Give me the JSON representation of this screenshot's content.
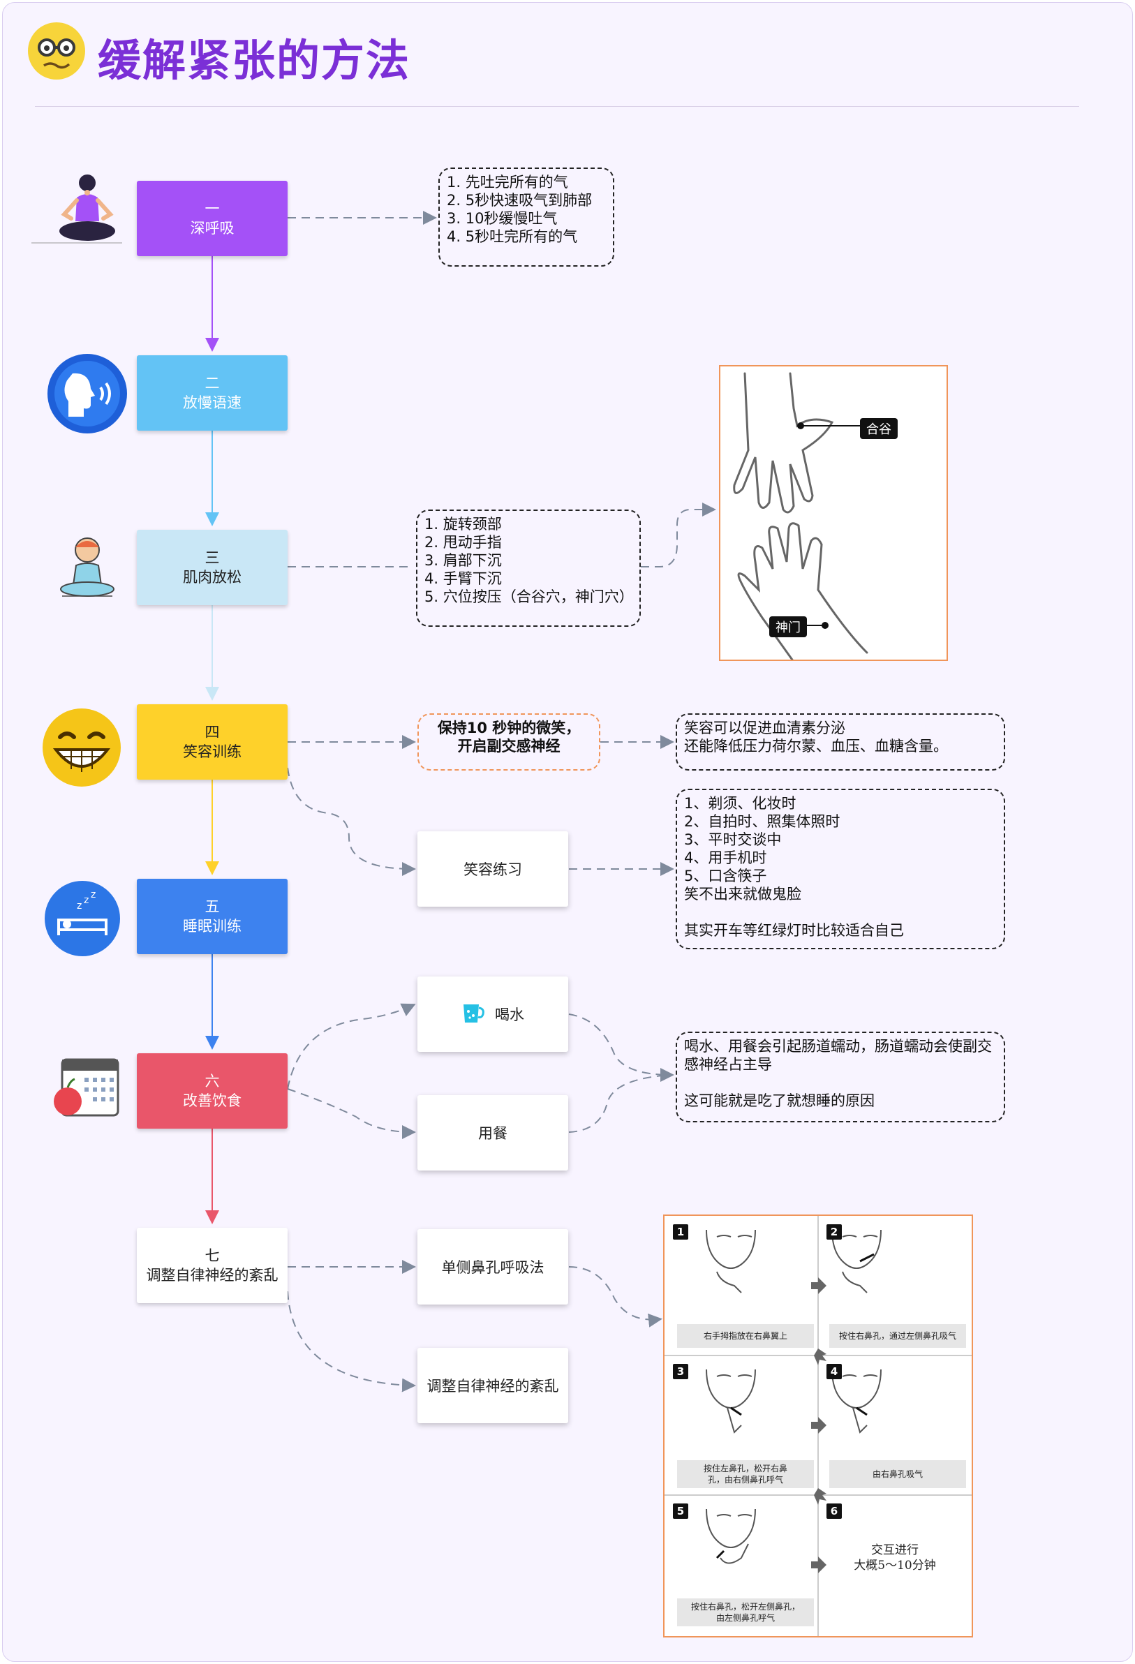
{
  "title": "缓解紧张的方法",
  "steps": [
    {
      "num": "一",
      "label": "深呼吸",
      "color": "#a451f7",
      "text_color": "#ffffff"
    },
    {
      "num": "二",
      "label": "放慢语速",
      "color": "#63c3f5",
      "text_color": "#ffffff"
    },
    {
      "num": "三",
      "label": "肌肉放松",
      "color": "#c9e7f6",
      "text_color": "#222222"
    },
    {
      "num": "四",
      "label": "笑容训练",
      "color": "#fed12a",
      "text_color": "#222222"
    },
    {
      "num": "五",
      "label": "睡眠训练",
      "color": "#3d82ef",
      "text_color": "#ffffff"
    },
    {
      "num": "六",
      "label": "改善饮食",
      "color": "#e9566a",
      "text_color": "#ffffff"
    },
    {
      "num": "七",
      "label": "调整自律神经的紊乱",
      "color": "#ffffff",
      "text_color": "#222222"
    }
  ],
  "notes": {
    "breathing": [
      "1. 先吐完所有的气",
      "2. 5秒快速吸气到肺部",
      "3. 10秒缓慢吐气",
      "4. 5秒吐完所有的气"
    ],
    "muscle": [
      "1. 旋转颈部",
      "2. 甩动手指",
      "3. 肩部下沉",
      "4. 手臂下沉",
      "5. 穴位按压（合谷穴，神门穴）"
    ],
    "smile_tip": [
      "保持10 秒钟的微笑，",
      "开启副交感神经"
    ],
    "smile_effect": [
      "笑容可以促进血清素分泌",
      "还能降低压力荷尔蒙、血压、血糖含量。"
    ],
    "smile_practice": [
      "1、剃须、化妆时",
      "2、自拍时、照集体照时",
      "3、平时交谈中",
      "4、用手机时",
      "5、口含筷子",
      "笑不出来就做鬼脸",
      "",
      "其实开车等红绿灯时比较适合自己"
    ],
    "diet": [
      "喝水、用餐会引起肠道蠕动，肠道蠕动会使副交",
      "感神经占主导",
      "",
      "这可能就是吃了就想睡的原因"
    ]
  },
  "cards": {
    "smile_practice": "笑容练习",
    "water": "喝水",
    "meal": "用餐",
    "nostril": "单侧鼻孔呼吸法",
    "autonomic": "调整自律神经的紊乱"
  },
  "hand_labels": {
    "hegu": "合谷",
    "shenmen": "神门"
  },
  "nostril_steps": [
    {
      "n": "1",
      "caption": "右手拇指放在右鼻翼上"
    },
    {
      "n": "2",
      "caption": "按住右鼻孔，通过左侧鼻孔吸气"
    },
    {
      "n": "3",
      "caption": "按住左鼻孔，松开右鼻孔，由右侧鼻孔呼气"
    },
    {
      "n": "4",
      "caption": "由右鼻孔吸气"
    },
    {
      "n": "5",
      "caption": "按住右鼻孔，松开左侧鼻孔，由左侧鼻孔呼气"
    },
    {
      "n": "6",
      "caption": "交互进行\n大概5～10分钟"
    }
  ],
  "icons": [
    "nerd-face-icon",
    "meditation-icon",
    "speaking-icon",
    "relax-person-icon",
    "grinning-face-icon",
    "sleep-icon",
    "calendar-apple-icon",
    "water-cup-icon"
  ]
}
